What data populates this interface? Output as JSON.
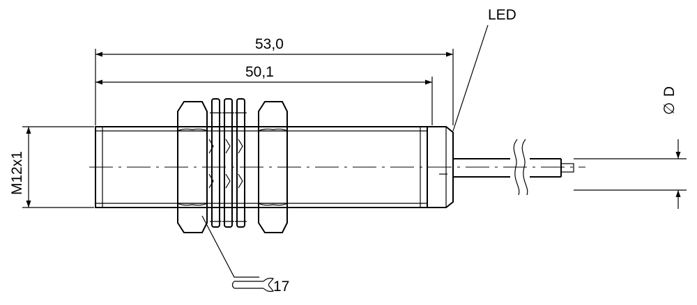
{
  "drawing": {
    "led_label": "LED",
    "overall_length": "53,0",
    "thread_length": "50,1",
    "thread_spec": "M12x1",
    "diameter_label": "D",
    "diameter_symbol": "∅",
    "wrench_size": "17"
  },
  "colors": {
    "line": "#000000",
    "background": "#ffffff"
  }
}
